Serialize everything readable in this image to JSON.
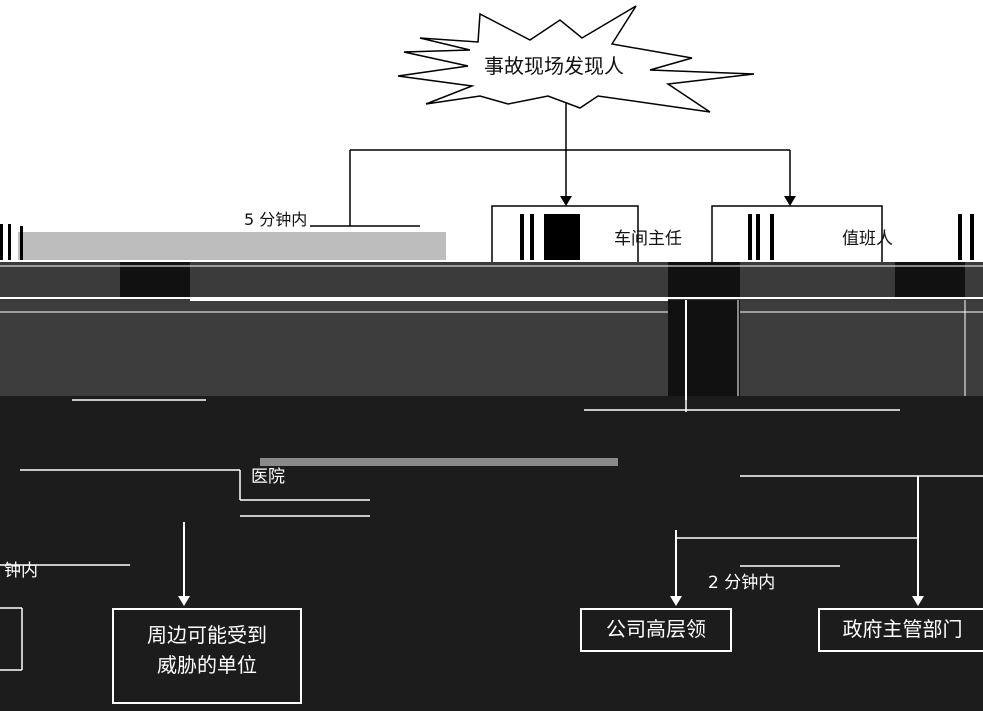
{
  "nodes": {
    "discoverer": "事故现场发现人",
    "workshop_director": "车间主任",
    "duty_person": "值班人",
    "time_5min": "5 分钟内",
    "hospital": "医院",
    "nearby_units": "周边可能受到威胁的单位",
    "company_leaders": "公司高层领",
    "gov_department": "政府主管部门",
    "within_time_left": "钟内",
    "within_time_mid": "2 分钟内"
  }
}
